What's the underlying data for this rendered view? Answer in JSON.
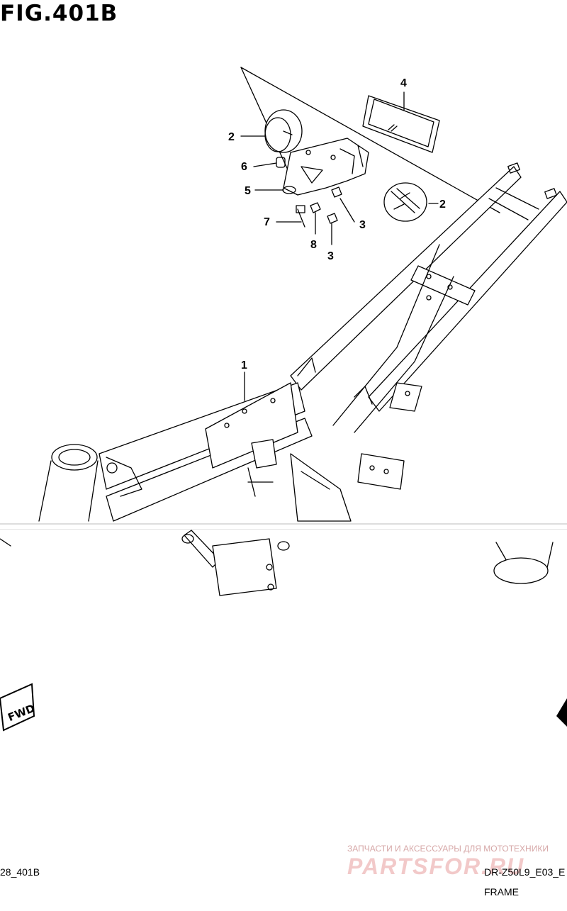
{
  "header": {
    "title": "FIG.401B"
  },
  "callouts": {
    "c1": "1",
    "c2a": "2",
    "c2b": "2",
    "c3a": "3",
    "c3b": "3",
    "c4": "4",
    "c5": "5",
    "c6": "6",
    "c7": "7",
    "c8": "8"
  },
  "fwd": {
    "text": "FWD"
  },
  "footer": {
    "left_code": "28_401B",
    "right_code": "DR-Z50L9_E03_E",
    "caption": "FRAME"
  },
  "watermark": {
    "line1": "ЗАПЧАСТИ И АКСЕССУАРЫ ДЛЯ МОТОТЕХНИКИ",
    "line2": "PARTSFOR.RU"
  },
  "colors": {
    "line": "#000000",
    "watermark": "#f2c9c9"
  }
}
